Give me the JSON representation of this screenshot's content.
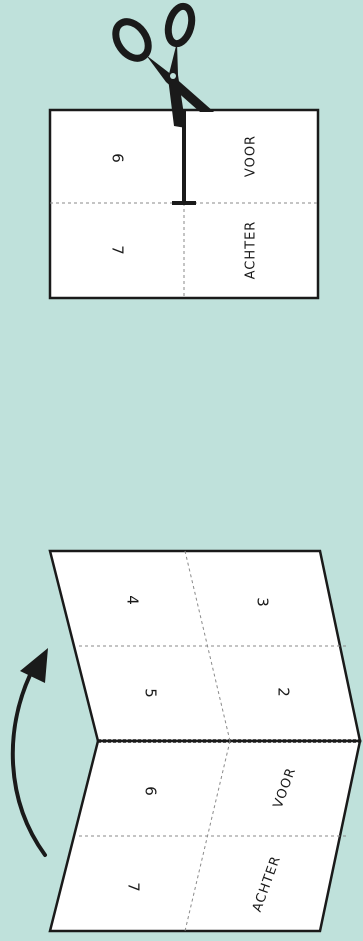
{
  "colors": {
    "background": "#bfe1db",
    "paper": "#ffffff",
    "ink": "#1a1a1a",
    "fold_line": "#8a8a8a"
  },
  "top_sheet": {
    "labels": {
      "panel_6": "6",
      "panel_7": "7",
      "voor": "VOOR",
      "achter": "ACHTER"
    }
  },
  "bottom_booklet": {
    "labels": {
      "panel_4": "4",
      "panel_3": "3",
      "panel_5": "5",
      "panel_2": "2",
      "panel_6": "6",
      "panel_voor": "VOOR",
      "panel_7": "7",
      "panel_achter": "ACHTER"
    }
  },
  "icons": {
    "scissors": "scissors-icon",
    "arrow": "curved-arrow-icon"
  }
}
